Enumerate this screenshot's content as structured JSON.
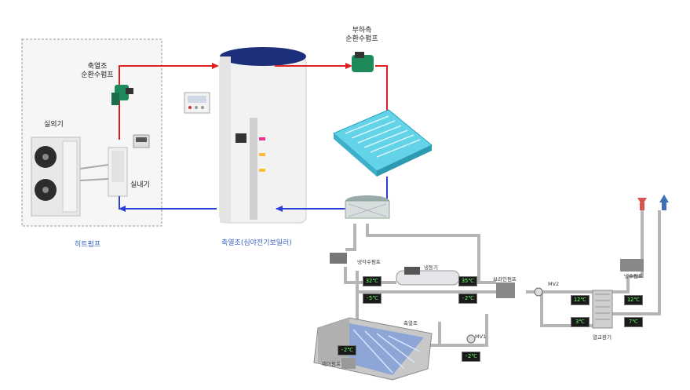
{
  "labels": {
    "outdoor_unit": "실외기",
    "indoor_unit": "실내기",
    "heat_pump": "히트펌프",
    "storage_pump": "축열조\n순환수펌프",
    "load_pump": "부하측\n순환수펌프",
    "storage_boiler": "축열조(심야전기보일러)"
  },
  "plant": {
    "cooling_pump": "냉각수펌프",
    "chiller": "냉동기",
    "brine_pump": "브라인펌프",
    "mv2": "MV2",
    "mv1": "MV1",
    "chilled_pump": "냉수펌프",
    "ice_storage": "축열조",
    "air_pump": "에어펌프",
    "heat_exchanger": "열교환기"
  },
  "displays": {
    "d1": "32℃",
    "d2": "-5℃",
    "d3": "35℃",
    "d4": "-2℃",
    "d5": "12℃",
    "d6": "12℃",
    "d7": "3℃",
    "d8": "7℃",
    "d9": "-2℃",
    "d10": "-2℃"
  },
  "colors": {
    "hot_pipe": "#e02020",
    "cold_pipe": "#2a3fd6",
    "plant_pipe": "#b5b5b5",
    "dashed_box": "#9a9a9a",
    "arrow_down": "#d9534f",
    "arrow_up": "#3f6fb5"
  }
}
